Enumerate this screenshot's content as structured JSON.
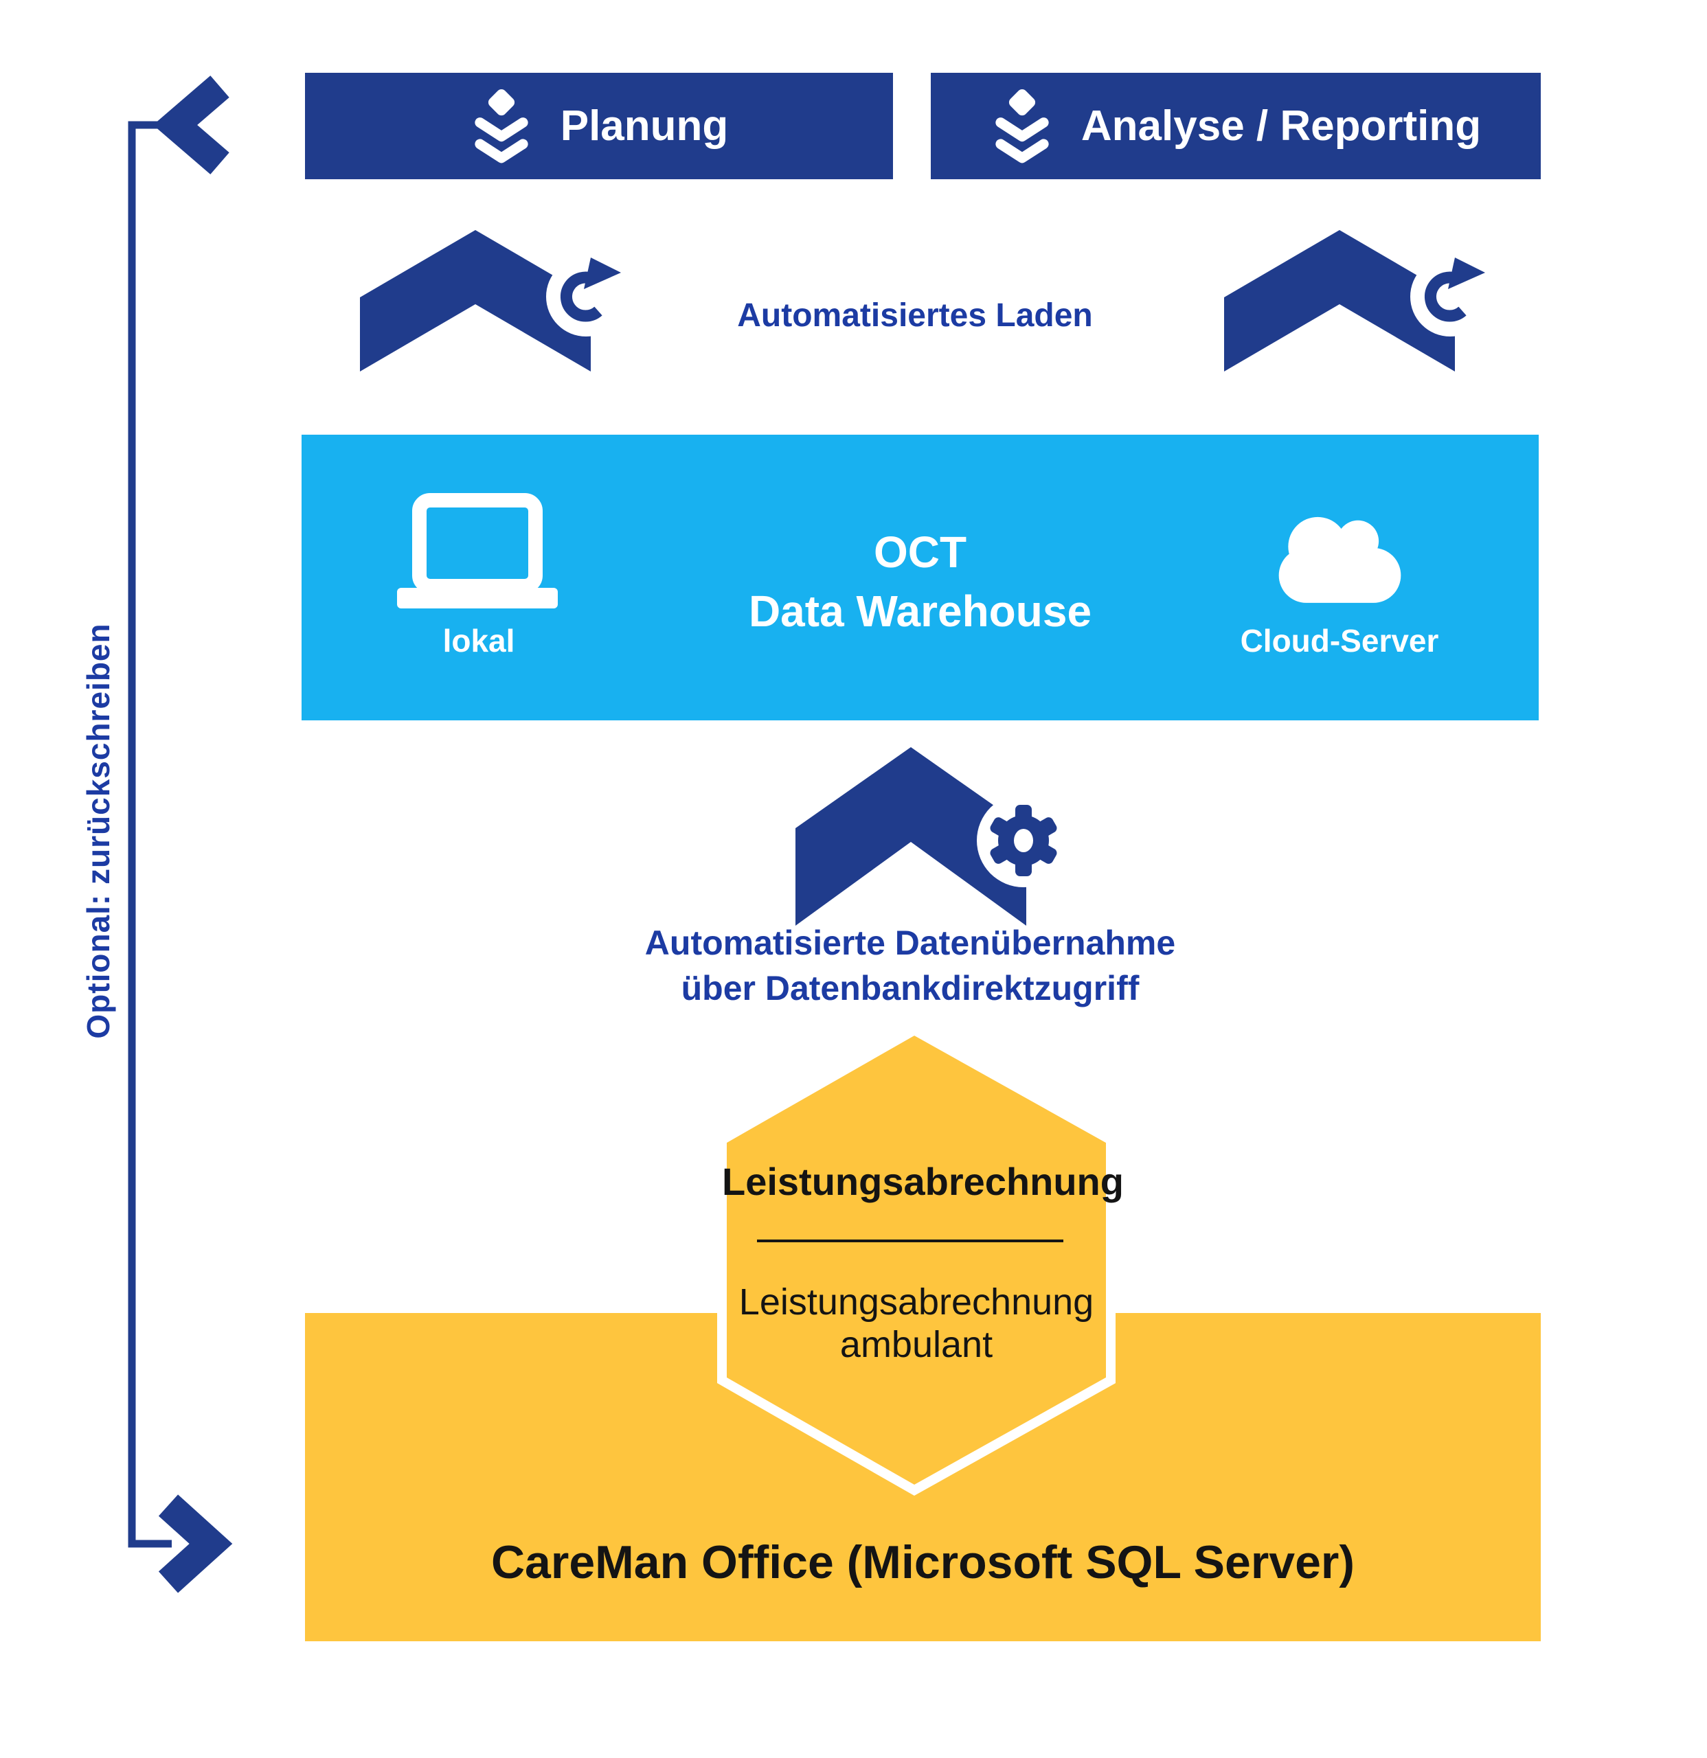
{
  "colors": {
    "brand_blue": "#203C8C",
    "text_blue": "#1C3BA3",
    "cyan": "#18B1F0",
    "yellow": "#FEC53E",
    "white": "#FFFFFF",
    "black": "#141414"
  },
  "icons": {
    "bracket_top": "chevron-left",
    "bracket_bottom": "chevron-right",
    "banner_icon": "stacked-layers",
    "load_icon": "chevron-up-with-refresh-arrow",
    "transfer_icon": "chevron-up-with-gear",
    "local_icon": "laptop",
    "cloud_icon": "cloud"
  },
  "bracket": {
    "label": "Optional: zurückschreiben"
  },
  "banners": {
    "planung": "Planung",
    "analyse": "Analyse / Reporting"
  },
  "load": {
    "caption": "Automatisiertes Laden"
  },
  "warehouse": {
    "line1": "OCT",
    "line2": "Data Warehouse",
    "local_label": "lokal",
    "cloud_label": "Cloud-Server"
  },
  "transfer": {
    "line1": "Automatisierte Datenübernahme",
    "line2": "über Datenbankdirektzugriff"
  },
  "hexagon": {
    "title": "Leistungsabrechnung",
    "body_line1": "Leistungsabrechnung",
    "body_line2": "ambulant"
  },
  "careman": {
    "label": "CareMan Office (Microsoft SQL Server)"
  }
}
